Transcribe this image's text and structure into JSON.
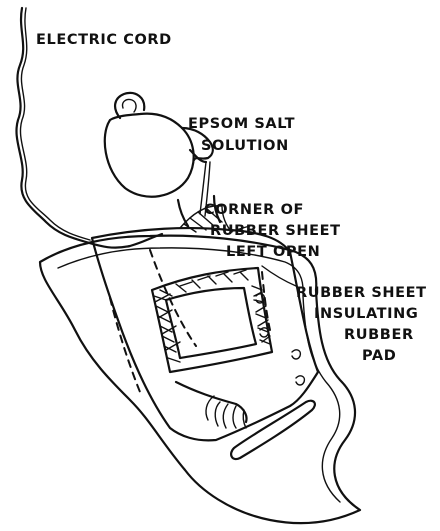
{
  "diagram": {
    "labels": {
      "electric_cord": "ELECTRIC CORD",
      "epsom_line1": "EPSOM SALT",
      "epsom_line2": "SOLUTION",
      "corner_line1": "CORNER OF",
      "corner_line2": "RUBBER SHEET",
      "corner_line3": "LEFT OPEN",
      "rubber_sheet": "RUBBER SHEET",
      "insulating_line1": "INSULATING",
      "insulating_line2": "RUBBER",
      "insulating_line3": "PAD"
    }
  }
}
